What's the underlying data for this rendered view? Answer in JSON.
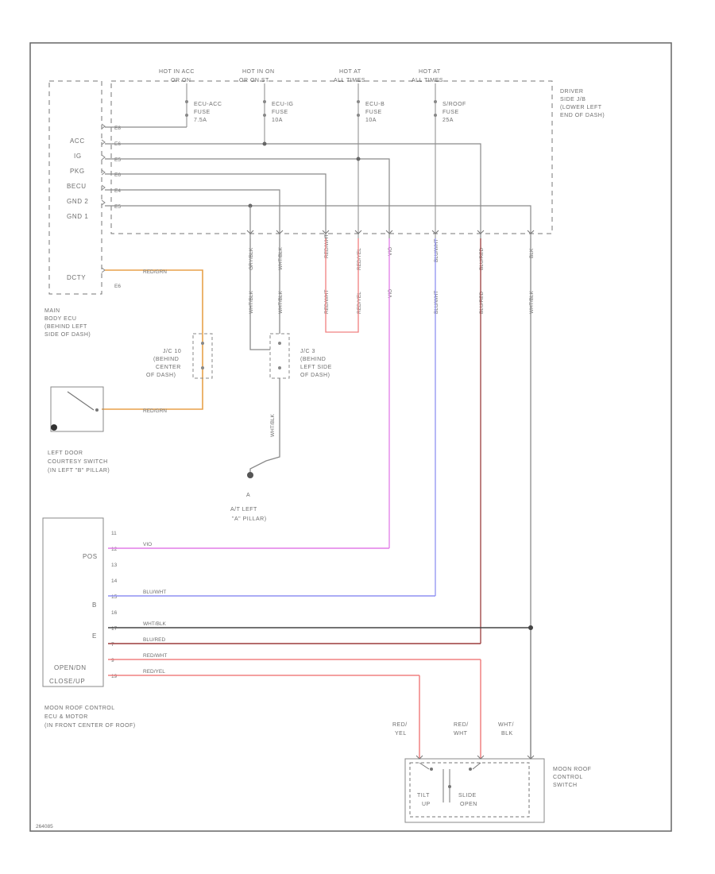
{
  "colors": {
    "wire": "#8a8a8a",
    "frame": "#666666",
    "violet": "#e27de8",
    "blue": "#8f91f2",
    "red": "#f08080",
    "darkred": "#9c3b3b",
    "orange": "#e8a14a",
    "black": "#444444"
  },
  "hots": [
    {
      "l1": "HOT IN ACC",
      "l2": "OR ON"
    },
    {
      "l1": "HOT IN ON",
      "l2": "OR ON ST"
    },
    {
      "l1": "HOT AT",
      "l2": "ALL TIMES"
    },
    {
      "l1": "HOT AT",
      "l2": "ALL TIMES"
    }
  ],
  "fuses": [
    {
      "l1": "ECU-ACC",
      "l2": "FUSE",
      "l3": "7.5A"
    },
    {
      "l1": "ECU-IG",
      "l2": "FUSE",
      "l3": "10A"
    },
    {
      "l1": "ECU-B",
      "l2": "FUSE",
      "l3": "10A"
    },
    {
      "l1": "S/ROOF",
      "l2": "FUSE",
      "l3": "25A"
    }
  ],
  "jb_label": [
    "DRIVER",
    "SIDE J/B",
    "(LOWER LEFT",
    "END OF DASH)"
  ],
  "body_ecu_terms": [
    "ACC",
    "IG",
    "PKG",
    "BECU",
    "GND 2",
    "GND 1"
  ],
  "body_ecu_courtesy": "DCTY",
  "body_ecu_label": [
    "MAIN",
    "BODY ECU",
    "(BEHIND LEFT",
    "SIDE OF DASH)"
  ],
  "pins_left": [
    "E8",
    "E6",
    "E5",
    "E6",
    "E4",
    "E5"
  ],
  "dcty_pin": "E6",
  "jb_pin_labels": [
    "GRY/BLK",
    "WHT/BLK",
    "RED/WHT",
    "RED/YEL",
    "VIO",
    "BLU/WHT",
    "BLU/RED",
    "BLK"
  ],
  "mid_wire_labels": [
    "WHT/BLK",
    "WHT/BLK",
    "RED/WHT",
    "RED/YEL",
    "VIO",
    "BLU/WHT",
    "BLU/RED",
    "WHT/BLK"
  ],
  "dcty_wire": "RED/GRN",
  "jc10": [
    "J/C 10",
    "(BEHIND",
    "CENTER",
    "OF DASH)"
  ],
  "jc3": [
    "J/C 3",
    "(BEHIND",
    "LEFT SIDE",
    "OF DASH)"
  ],
  "switch_wire": "RED/GRN",
  "door_switch_label": [
    "LEFT DOOR",
    "COURTESY SWITCH",
    "(IN LEFT \"B\" PILLAR)"
  ],
  "ground_wire": "WHT/BLK",
  "ground_label": [
    "A",
    "A/T LEFT",
    "\"A\" PILLAR)"
  ],
  "moonroof_ecu_terms": {
    "pos": "POS",
    "b": "B",
    "e": "E",
    "open": "OPEN/DN",
    "close": "CLOSE/UP"
  },
  "moonroof_ecu_pins": [
    "11",
    "12",
    "13",
    "14",
    "15",
    "16",
    "17",
    "7",
    "9",
    "19"
  ],
  "moonroof_ecu_label": [
    "MOON ROOF CONTROL",
    "ECU & MOTOR",
    "(IN FRONT CENTER OF ROOF)"
  ],
  "bottom_wires": [
    "VIO",
    "BLU/WHT",
    "WHT/BLK",
    "BLU/RED",
    "RED/WHT",
    "RED/YEL"
  ],
  "switch_top_labels": [
    {
      "l1": "RED/",
      "l2": "YEL"
    },
    {
      "l1": "RED/",
      "l2": "WHT"
    },
    {
      "l1": "WHT/",
      "l2": "BLK"
    }
  ],
  "switch_positions": [
    {
      "l1": "TILT",
      "l2": "UP"
    },
    {
      "l1": "SLIDE",
      "l2": "OPEN"
    }
  ],
  "switch_label": [
    "MOON ROOF",
    "CONTROL",
    "SWITCH"
  ],
  "footer_code": "264085"
}
